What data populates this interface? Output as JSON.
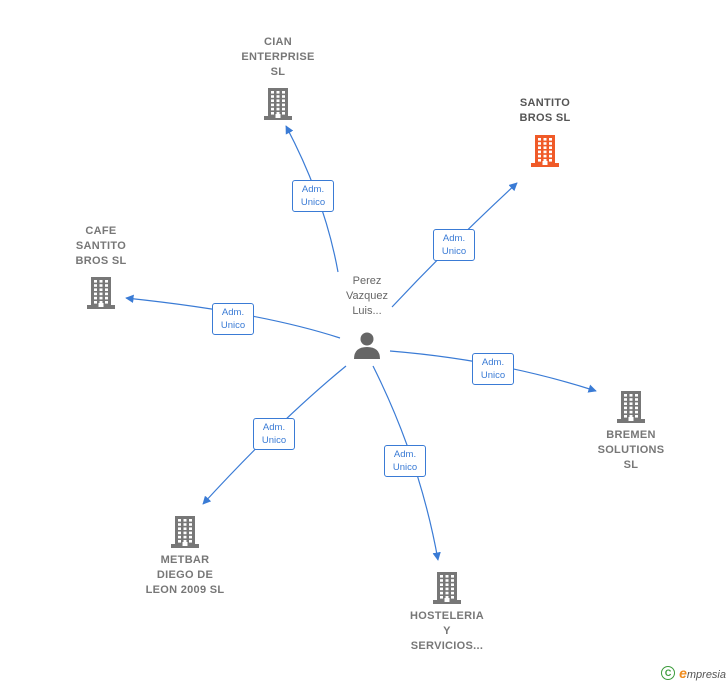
{
  "center": {
    "name_lines": [
      "Perez",
      "Vazquez",
      "Luis..."
    ],
    "icon": "person-icon"
  },
  "companies": [
    {
      "id": "cian",
      "lines": [
        "CIAN",
        "ENTERPRISE",
        "SL"
      ],
      "highlight": false,
      "icon": "building-icon",
      "color": "#777777"
    },
    {
      "id": "santito",
      "lines": [
        "SANTITO",
        "BROS  SL"
      ],
      "highlight": true,
      "icon": "building-icon",
      "color": "#f05a28"
    },
    {
      "id": "cafe",
      "lines": [
        "CAFE",
        "SANTITO",
        "BROS  SL"
      ],
      "highlight": false,
      "icon": "building-icon",
      "color": "#777777"
    },
    {
      "id": "bremen",
      "lines": [
        "BREMEN",
        "SOLUTIONS",
        "SL"
      ],
      "highlight": false,
      "icon": "building-icon",
      "color": "#777777"
    },
    {
      "id": "metbar",
      "lines": [
        "METBAR",
        "DIEGO DE",
        "LEON 2009 SL"
      ],
      "highlight": false,
      "icon": "building-icon",
      "color": "#777777"
    },
    {
      "id": "hosteleria",
      "lines": [
        "HOSTELERIA",
        "Y",
        "SERVICIOS..."
      ],
      "highlight": false,
      "icon": "building-icon",
      "color": "#777777"
    }
  ],
  "relations": [
    {
      "target": "cian",
      "label_lines": [
        "Adm.",
        "Unico"
      ]
    },
    {
      "target": "santito",
      "label_lines": [
        "Adm.",
        "Unico"
      ]
    },
    {
      "target": "cafe",
      "label_lines": [
        "Adm.",
        "Unico"
      ]
    },
    {
      "target": "bremen",
      "label_lines": [
        "Adm.",
        "Unico"
      ]
    },
    {
      "target": "metbar",
      "label_lines": [
        "Adm.",
        "Unico"
      ]
    },
    {
      "target": "hosteleria",
      "label_lines": [
        "Adm.",
        "Unico"
      ]
    }
  ],
  "footer": {
    "copyright_symbol": "C",
    "brand_initial": "e",
    "brand_rest": "mpresia"
  },
  "colors": {
    "edge": "#3a7bd5",
    "building": "#777777",
    "highlight": "#f05a28",
    "person": "#666666"
  }
}
